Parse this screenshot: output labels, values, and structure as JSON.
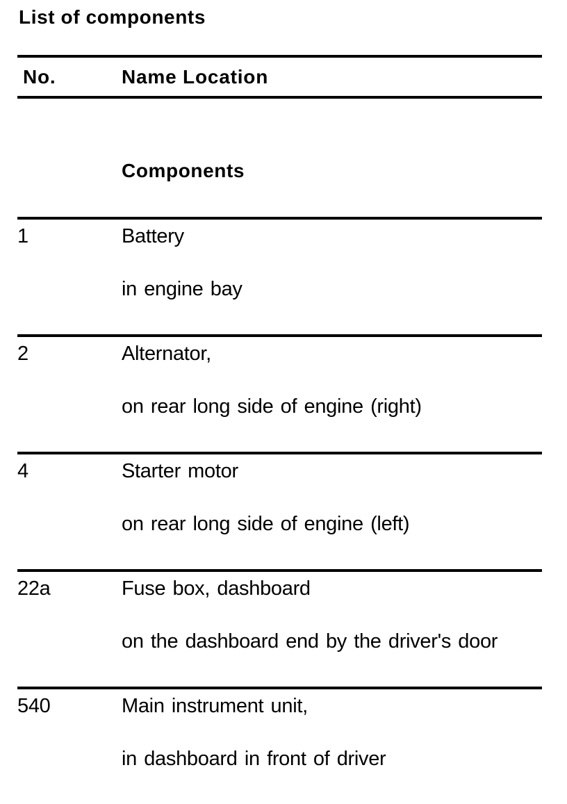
{
  "page": {
    "title": "List of components"
  },
  "table": {
    "headers": {
      "no": "No.",
      "name_location": "Name Location"
    },
    "section_heading": "Components",
    "rows": [
      {
        "no": "1",
        "name": "Battery",
        "location": "in engine bay"
      },
      {
        "no": "2",
        "name": "Alternator,",
        "location": "on rear long side of engine (right)"
      },
      {
        "no": "4",
        "name": "Starter motor",
        "location": "on rear long side of engine (left)"
      },
      {
        "no": "22a",
        "name": "Fuse box, dashboard",
        "location": "on the dashboard end by the driver's door"
      },
      {
        "no": "540",
        "name": "Main instrument unit,",
        "location": "in dashboard in front of driver"
      }
    ]
  },
  "colors": {
    "text": "#000000",
    "background": "#ffffff",
    "rule": "#000000"
  }
}
